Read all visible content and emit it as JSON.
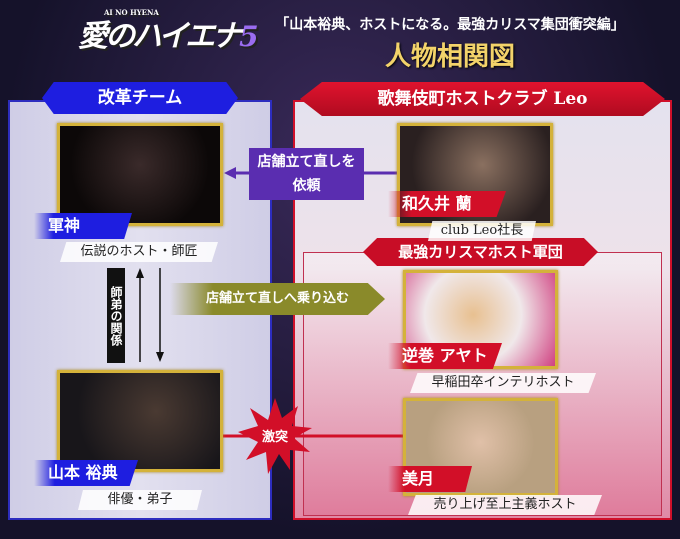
{
  "header": {
    "logo_text": "愛のハイエナ",
    "logo_number": "5",
    "logo_sub": "AI NO HYENA",
    "subtitle": "「山本裕典、ホストになる。最強カリスマ集団衝突編」",
    "title": "人物相関図"
  },
  "groups": {
    "left": "改革チーム",
    "right": "歌舞伎町ホストクラブ Leo",
    "right_sub": "最強カリスマホスト軍団"
  },
  "characters": [
    {
      "name": "軍神",
      "desc": "伝説のホスト・師匠",
      "team": "blue"
    },
    {
      "name": "山本 裕典",
      "desc": "俳優・弟子",
      "team": "blue"
    },
    {
      "name": "和久井 蘭",
      "desc": "club Leo社長",
      "team": "red"
    },
    {
      "name": "逆巻 アヤト",
      "desc": "早稲田卒インテリホスト",
      "team": "red"
    },
    {
      "name": "美月",
      "desc": "売り上げ至上主義ホスト",
      "team": "red"
    }
  ],
  "relations": {
    "request_line1": "店舗立て直しを",
    "request_line2": "依頼",
    "storm": "店舗立て直しへ乗り込む",
    "mentor": "師弟の関係",
    "clash": "激突"
  },
  "colors": {
    "blue": "#1e1ee0",
    "red": "#d20f28",
    "purple": "#5a2db0",
    "olive": "#8a8a2a",
    "gold": "#d4b23a"
  }
}
